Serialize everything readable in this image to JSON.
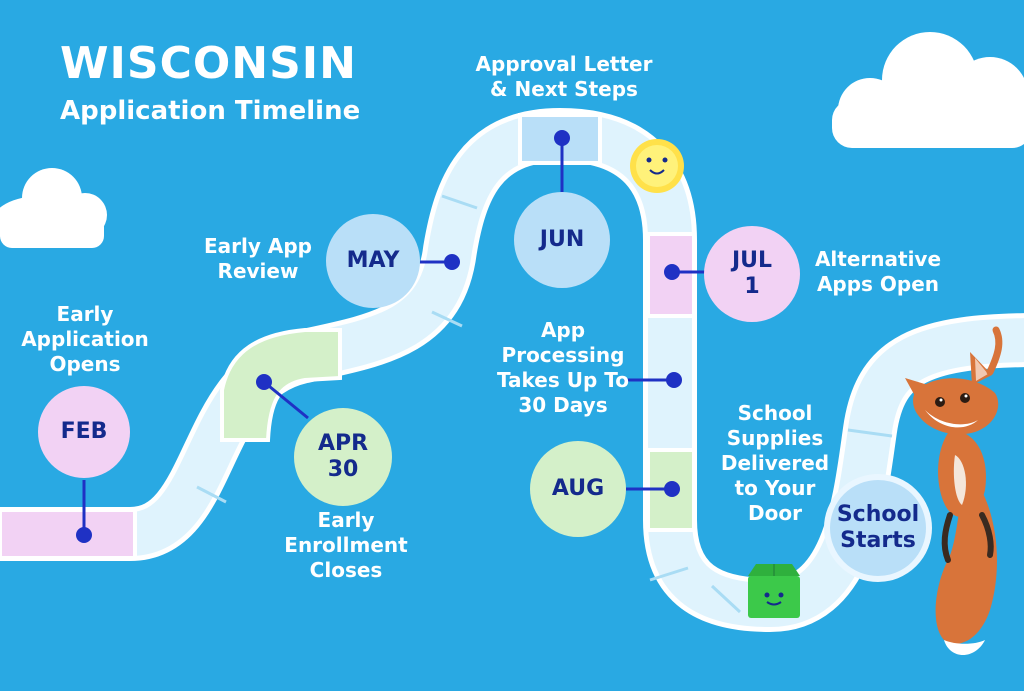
{
  "header": {
    "title": "WISCONSIN",
    "subtitle": "Application Timeline"
  },
  "milestones": {
    "feb": {
      "date": "FEB",
      "label": "Early Application Opens"
    },
    "apr30": {
      "date": "APR 30",
      "label": "Early Enrollment Closes"
    },
    "may": {
      "date": "MAY",
      "label": "Early App Review"
    },
    "jun": {
      "date": "JUN",
      "label": "Approval Letter & Next Steps"
    },
    "jul1": {
      "date": "JUL 1",
      "label": "Alternative Apps Open"
    },
    "processing": {
      "label": "App Processing Takes Up To 30 Days"
    },
    "aug": {
      "date": "AUG",
      "label": "School Supplies Delivered to Your Door"
    },
    "school": {
      "date": "School Starts"
    }
  },
  "colors": {
    "background": "#29a9e3",
    "path": "#dff3fd",
    "path_edge": "#ffffff",
    "pink": "#f2d2f4",
    "green": "#d4f0c9",
    "blue": "#b9dff8",
    "navy": "#142a8c",
    "dot": "#1f31c4"
  },
  "icons": [
    "cloud-icon",
    "sun-face-icon",
    "box-face-icon",
    "fox-mascot-icon"
  ]
}
